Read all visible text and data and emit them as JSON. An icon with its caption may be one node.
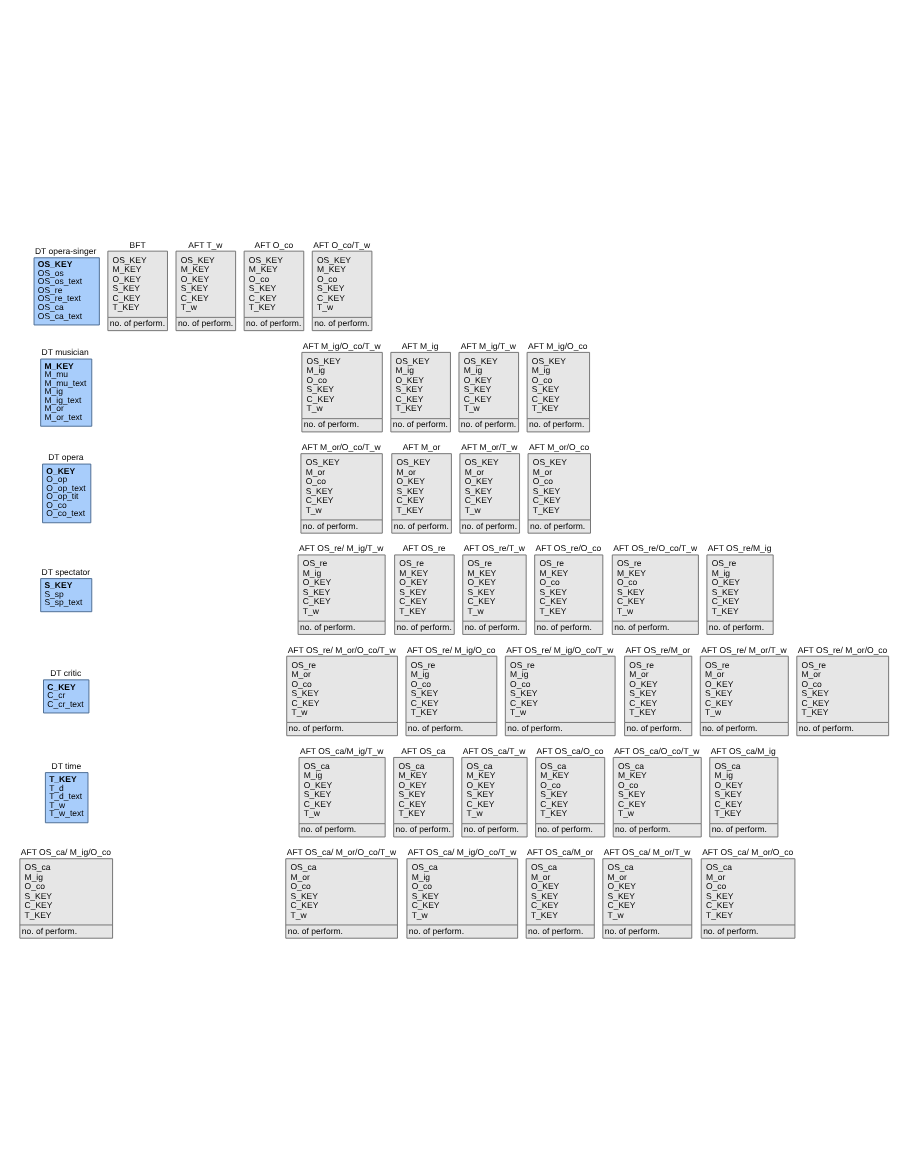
{
  "diagram": {
    "nodes": [
      {
        "text": [
          "DT opera-singer",
          "OS_KEY",
          "OS_os",
          "OS_os_text",
          "OS_re",
          "OS_re_text",
          "OS_ca",
          "OS_ca_text"
        ]
      },
      {
        "text": [
          "DT musician",
          "M_KEY",
          "M_mu",
          "M_mu_text",
          "M_ig",
          "M_ig_text",
          "M_or",
          "M_or_text"
        ]
      },
      {
        "text": [
          "DT opera",
          "O_KEY",
          "O_op",
          "O_op_text",
          "O_op_tit",
          "O_co",
          "O_co_text"
        ]
      },
      {
        "text": [
          "DT spectator",
          "S_KEY",
          "S_sp",
          "S_sp_text"
        ]
      },
      {
        "text": [
          "DT critic",
          "C_KEY",
          "C_cr",
          "C_cr_text"
        ]
      },
      {
        "text": [
          "DT time",
          "T_KEY",
          "T_d",
          "T_d_text",
          "T_w",
          "T_w_text"
        ]
      },
      {
        "text": [
          "BFT",
          "OS_KEY",
          "M_KEY",
          "O_KEY",
          "S_KEY",
          "C_KEY",
          "T_KEY",
          "no. of perform."
        ]
      },
      {
        "text": [
          "AFT T_w",
          "OS_KEY",
          "M_KEY",
          "O_KEY",
          "S_KEY",
          "C_KEY",
          "T_w",
          "no. of perform."
        ]
      },
      {
        "text": [
          "AFT O_co",
          "OS_KEY",
          "M_KEY",
          "O_co",
          "S_KEY",
          "C_KEY",
          "T_KEY",
          "no. of perform."
        ]
      },
      {
        "text": [
          "AFT O_co/T_w",
          "OS_KEY",
          "M_KEY",
          "O_co",
          "S_KEY",
          "C_KEY",
          "T_w",
          "no. of perform."
        ]
      },
      {
        "text": [
          "AFT M_ig",
          "OS_KEY",
          "M_ig",
          "O_KEY",
          "S_KEY",
          "C_KEY",
          "T_KEY",
          "no. of perform."
        ]
      },
      {
        "text": [
          "AFT M_ig/T_w",
          "OS_KEY",
          "M_ig",
          "O_KEY",
          "S_KEY",
          "C_KEY",
          "T_w",
          "no. of perform."
        ]
      },
      {
        "text": [
          "AFT M_ig/O_co",
          "OS_KEY",
          "M_ig",
          "O_co",
          "S_KEY",
          "C_KEY",
          "T_KEY",
          "no. of perform."
        ]
      },
      {
        "text": [
          "AFT M_ig/O_co/T_w",
          "OS_KEY",
          "M_ig",
          "O_co",
          "S_KEY",
          "C_KEY",
          "T_w",
          "no. of perform."
        ]
      },
      {
        "text": [
          "AFT M_or",
          "OS_KEY",
          "M_or",
          "O_KEY",
          "S_KEY",
          "C_KEY",
          "T_KEY",
          "no. of perform."
        ]
      },
      {
        "text": [
          "AFT M_or/T_w",
          "OS_KEY",
          "M_or",
          "O_KEY",
          "S_KEY",
          "C_KEY",
          "T_w",
          "no. of perform."
        ]
      },
      {
        "text": [
          "AFT M_or/O_co",
          "OS_KEY",
          "M_or",
          "O_co",
          "S_KEY",
          "C_KEY",
          "T_KEY",
          "no. of perform."
        ]
      },
      {
        "text": [
          "AFT M_or/O_co/T_w",
          "OS_KEY",
          "M_or",
          "O_co",
          "S_KEY",
          "C_KEY",
          "T_w",
          "no. of perform."
        ]
      },
      {
        "text": [
          "AFT OS_re",
          "OS_re",
          "M_KEY",
          "O_KEY",
          "S_KEY",
          "C_KEY",
          "T_KEY",
          "no. of perform."
        ]
      },
      {
        "text": [
          "AFT OS_re/T_w",
          "OS_re",
          "M_KEY",
          "O_KEY",
          "S_KEY",
          "C_KEY",
          "T_w",
          "no. of perform."
        ]
      },
      {
        "text": [
          "AFT OS_re/O_co",
          "OS_re",
          "M_KEY",
          "O_co",
          "S_KEY",
          "C_KEY",
          "T_KEY",
          "no. of perform."
        ]
      },
      {
        "text": [
          "AFT OS_re/O_co/T_w",
          "OS_re",
          "M_KEY",
          "O_co",
          "S_KEY",
          "C_KEY",
          "T_w",
          "no. of perform."
        ]
      },
      {
        "text": [
          "AFT OS_re/M_ig",
          "OS_re",
          "M_ig",
          "O_KEY",
          "S_KEY",
          "C_KEY",
          "T_KEY",
          "no. of perform."
        ]
      },
      {
        "text": [
          "AFT OS_re/ M_ig/T_w",
          "OS_re",
          "M_ig",
          "O_KEY",
          "S_KEY",
          "C_KEY",
          "T_w",
          "no. of perform."
        ]
      },
      {
        "text": [
          "AFT OS_re/ M_ig/O_co",
          "OS_re",
          "M_ig",
          "O_co",
          "S_KEY",
          "C_KEY",
          "T_KEY",
          "no. of perform."
        ]
      },
      {
        "text": [
          "AFT OS_re/ M_ig/O_co/T_w",
          "OS_re",
          "M_ig",
          "O_co",
          "S_KEY",
          "C_KEY",
          "T_w",
          "no. of perform."
        ]
      },
      {
        "text": [
          "AFT OS_re/M_or",
          "OS_re",
          "M_or",
          "O_KEY",
          "S_KEY",
          "C_KEY",
          "T_KEY",
          "no. of perform."
        ]
      },
      {
        "text": [
          "AFT OS_re/ M_or/T_w",
          "OS_re",
          "M_or",
          "O_KEY",
          "S_KEY",
          "C_KEY",
          "T_w",
          "no. of perform."
        ]
      },
      {
        "text": [
          "AFT OS_re/ M_or/O_co",
          "OS_re",
          "M_or",
          "O_co",
          "S_KEY",
          "C_KEY",
          "T_KEY",
          "no. of perform."
        ]
      },
      {
        "text": [
          "AFT OS_re/ M_or/O_co/T_w",
          "OS_re",
          "M_or",
          "O_co",
          "S_KEY",
          "C_KEY",
          "T_w",
          "no. of perform."
        ]
      },
      {
        "text": [
          "AFT OS_ca",
          "OS_ca",
          "M_KEY",
          "O_KEY",
          "S_KEY",
          "C_KEY",
          "T_KEY",
          "no. of perform."
        ]
      },
      {
        "text": [
          "AFT OS_ca/T_w",
          "OS_ca",
          "M_KEY",
          "O_KEY",
          "S_KEY",
          "C_KEY",
          "T_w",
          "no. of perform."
        ]
      },
      {
        "text": [
          "AFT OS_ca/O_co",
          "OS_ca",
          "M_KEY",
          "O_co",
          "S_KEY",
          "C_KEY",
          "T_KEY",
          "no. of perform."
        ]
      },
      {
        "text": [
          "AFT OS_ca/O_co/T_w",
          "OS_ca",
          "M_KEY",
          "O_co",
          "S_KEY",
          "C_KEY",
          "T_w",
          "no. of perform."
        ]
      },
      {
        "text": [
          "AFT OS_ca/M_ig",
          "OS_ca",
          "M_ig",
          "O_KEY",
          "S_KEY",
          "C_KEY",
          "T_KEY",
          "no. of perform."
        ]
      },
      {
        "text": [
          "AFT OS_ca/M_ig/T_w",
          "OS_ca",
          "M_ig",
          "O_KEY",
          "S_KEY",
          "C_KEY",
          "T_w",
          "no. of perform."
        ]
      },
      {
        "text": [
          "AFT OS_ca/ M_ig/O_co",
          "OS_ca",
          "M_ig",
          "O_co",
          "S_KEY",
          "C_KEY",
          "T_KEY",
          "no. of perform."
        ]
      },
      {
        "text": [
          "AFT OS_ca/ M_ig/O_co/T_w",
          "OS_ca",
          "M_ig",
          "O_co",
          "S_KEY",
          "C_KEY",
          "T_w",
          "no. of perform."
        ]
      },
      {
        "text": [
          "AFT OS_ca/M_or",
          "OS_ca",
          "M_or",
          "O_KEY",
          "S_KEY",
          "C_KEY",
          "T_KEY",
          "no. of perform."
        ]
      },
      {
        "text": [
          "AFT OS_ca/ M_or/T_w",
          "OS_ca",
          "M_or",
          "O_KEY",
          "S_KEY",
          "C_KEY",
          "T_w",
          "no. of perform."
        ]
      },
      {
        "text": [
          "AFT OS_ca/ M_or/O_co",
          "OS_ca",
          "M_or",
          "O_co",
          "S_KEY",
          "C_KEY",
          "T_KEY",
          "no. of perform."
        ]
      },
      {
        "text": [
          "AFT OS_ca/ M_or/O_co/T_w",
          "OS_ca",
          "M_or",
          "O_co",
          "S_KEY",
          "C_KEY",
          "T_w",
          "no. of perform."
        ]
      }
    ]
  }
}
